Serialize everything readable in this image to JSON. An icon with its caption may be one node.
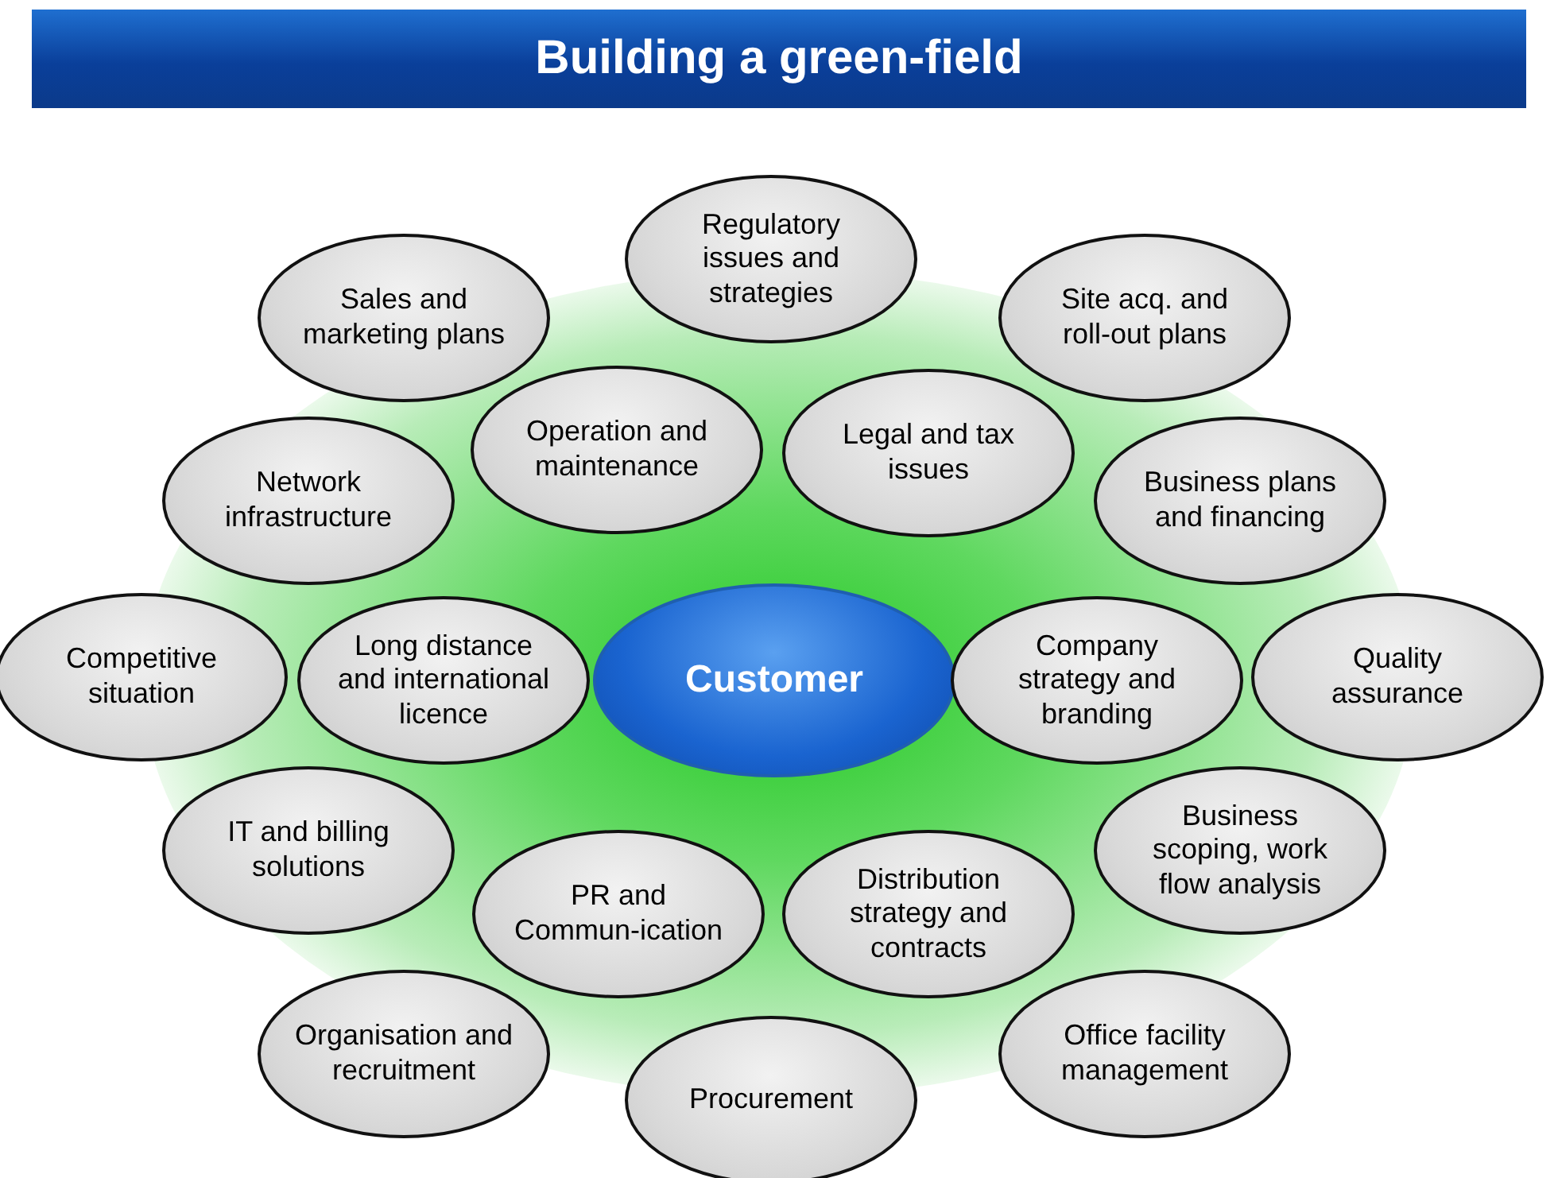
{
  "diagram": {
    "title": "Building a green-field",
    "nodes": [
      {
        "text": [
          "Regulatory issues and strategies"
        ]
      },
      {
        "text": [
          "Sales and marketing plans"
        ]
      },
      {
        "text": [
          "Site acq. and roll-out plans"
        ]
      },
      {
        "text": [
          "Operation and maintenance"
        ]
      },
      {
        "text": [
          "Legal and tax issues"
        ]
      },
      {
        "text": [
          "Network infrastructure"
        ]
      },
      {
        "text": [
          "Business plans and financing"
        ]
      },
      {
        "text": [
          "Competitive situation"
        ]
      },
      {
        "text": [
          "Long distance and international licence"
        ]
      },
      {
        "text": [
          "Customer"
        ]
      },
      {
        "text": [
          "Company strategy and branding"
        ]
      },
      {
        "text": [
          "Quality assurance"
        ]
      },
      {
        "text": [
          "IT and billing solutions"
        ]
      },
      {
        "text": [
          "Business scoping, work flow analysis"
        ]
      },
      {
        "text": [
          "PR and Commun-ication"
        ]
      },
      {
        "text": [
          "Distribution strategy and contracts"
        ]
      },
      {
        "text": [
          "Organisation and recruitment"
        ]
      },
      {
        "text": [
          "Office facility management"
        ]
      },
      {
        "text": [
          "Procurement"
        ]
      }
    ]
  }
}
